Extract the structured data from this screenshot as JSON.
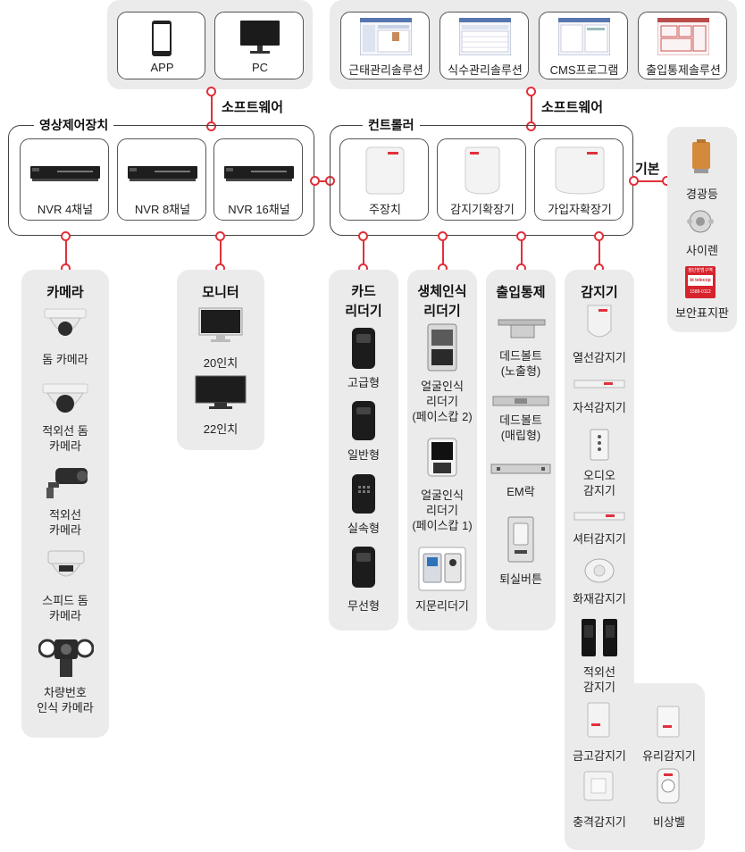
{
  "software_left": {
    "label": "소프트웨어",
    "items": [
      "APP",
      "PC"
    ]
  },
  "software_right": {
    "label": "소프트웨어",
    "items": [
      "근태관리솔루션",
      "식수관리솔루션",
      "CMS프로그램",
      "출입통제솔루션"
    ]
  },
  "video_group": {
    "title": "영상제어장치",
    "items": [
      "NVR 4채널",
      "NVR 8채널",
      "NVR 16채널"
    ]
  },
  "controller_group": {
    "title": "컨트롤러",
    "items": [
      "주장치",
      "감지기확장기",
      "가입자확장기"
    ]
  },
  "basic": {
    "label": "기본",
    "items": [
      "경광등",
      "사이렌",
      "보안표지판"
    ],
    "sign_text": [
      "첨단방범구역",
      "kt telecop",
      "1588-0112"
    ]
  },
  "camera": {
    "title": "카메라",
    "items": [
      "돔 카메라",
      "적외선 돔\n카메라",
      "적외선\n카메라",
      "스피드 돔\n카메라",
      "차량번호\n인식 카메라"
    ]
  },
  "monitor": {
    "title": "모니터",
    "items": [
      "20인치",
      "22인치"
    ]
  },
  "card_reader": {
    "title": "카드\n리더기",
    "items": [
      "고급형",
      "일반형",
      "실속형",
      "무선형"
    ]
  },
  "bio_reader": {
    "title": "생체인식\n리더기",
    "items": [
      "얼굴인식\n리더기\n(페이스캅 2)",
      "얼굴인식\n리더기\n(페이스캅 1)",
      "지문리더기"
    ]
  },
  "access": {
    "title": "출입통제",
    "items": [
      "데드볼트\n(노출형)",
      "데드볼트\n(매립형)",
      "EM락",
      "퇴실버튼"
    ]
  },
  "detector": {
    "title": "감지기",
    "items": [
      "열선감지기",
      "자석감지기",
      "오디오\n감지기",
      "셔터감지기",
      "화재감지기",
      "적외선\n감지기",
      "금고감지기",
      "유리감지기",
      "충격감지기",
      "비상벨"
    ]
  },
  "colors": {
    "accent": "#e0313b",
    "panel": "#ebebeb",
    "line": "#444444"
  }
}
